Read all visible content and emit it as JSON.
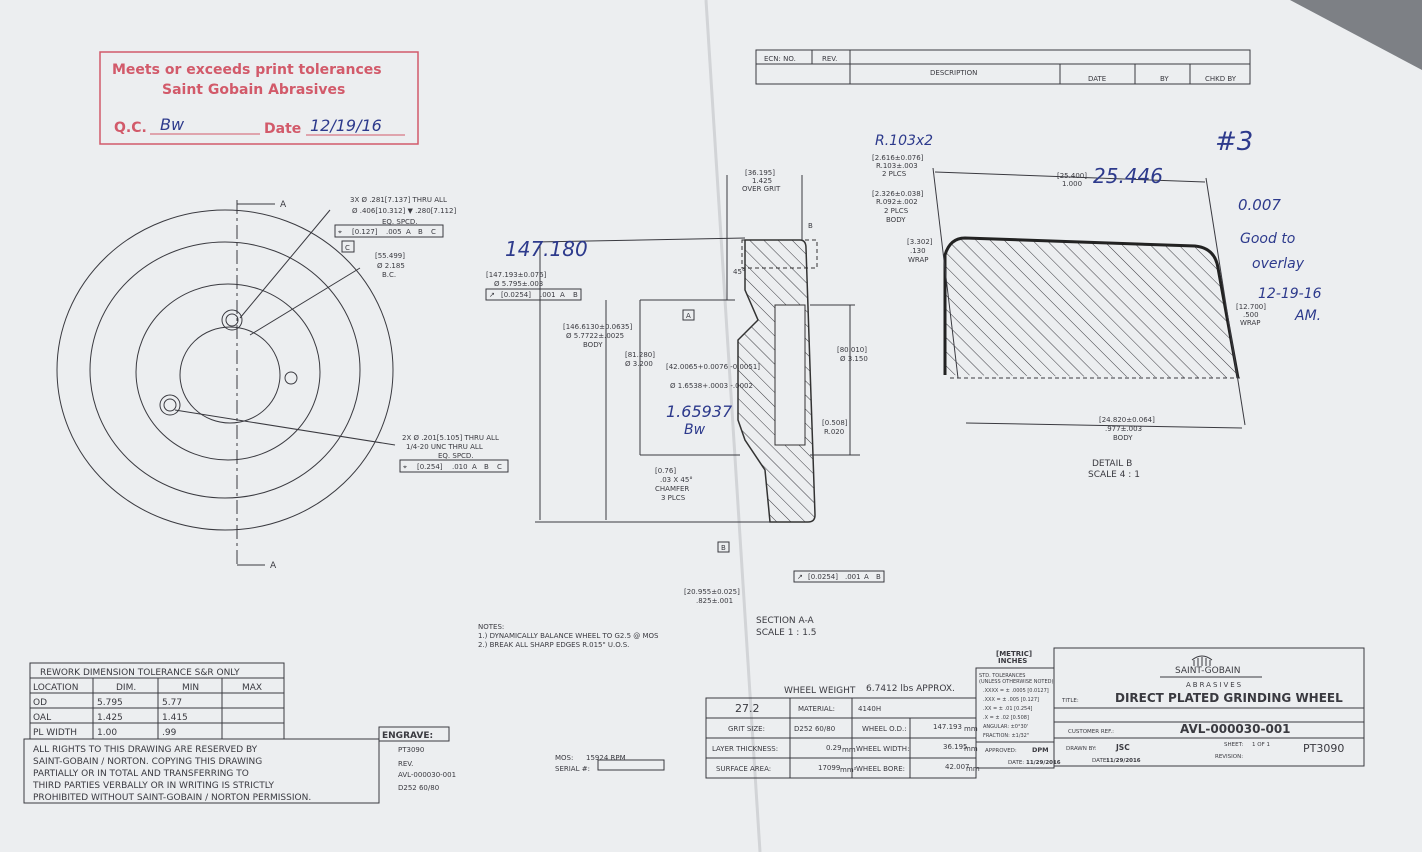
{
  "stamp": {
    "line1": "Meets or exceeds print tolerances",
    "line2": "Saint Gobain Abrasives",
    "qc_label": "Q.C.",
    "qc_value": "Bw",
    "date_label": "Date",
    "date_value": "12/19/16",
    "color": "#d25a6a"
  },
  "revision_block": {
    "headers": [
      "ECN: NO.",
      "REV.",
      "DESCRIPTION",
      "DATE",
      "BY",
      "CHKD BY"
    ]
  },
  "handwritten": {
    "number": "#3",
    "od_note": "147.180",
    "radius_note": "R.103x2",
    "width_note": "25.446",
    "bore_note": "1.65937",
    "bore_initials": "Bw",
    "flatness": "0.007",
    "good_note": "Good to",
    "overlay": "overlay",
    "date": "12-19-16",
    "initials": "AM.",
    "color": "#2d3a8c"
  },
  "front_view": {
    "hole_note_1": "3X Ø .281[7.137] THRU ALL",
    "hole_note_2": "Ø .406[10.312] ▼ .280[7.112]",
    "hole_note_3": "EQ. SPCD.",
    "fcf1": [
      "⌖",
      "[0.127]",
      ".005",
      "A",
      "B",
      "C"
    ],
    "datum_c": "C",
    "bc_1": "[55.499]",
    "bc_2": "Ø 2.185",
    "bc_3": "B.C.",
    "tap_note_1": "2X Ø .201[5.105] THRU ALL",
    "tap_note_2": "1/4-20 UNC THRU ALL",
    "tap_note_3": "EQ. SPCD.",
    "fcf2": [
      "⌖",
      "[0.254]",
      ".010",
      "A",
      "B",
      "C"
    ],
    "section_a": "A"
  },
  "section": {
    "od_1": "[147.193±0.076]",
    "od_2": "Ø 5.795±.003",
    "fcf_od": [
      "↗",
      "[0.0254]",
      ".001",
      "A",
      "B"
    ],
    "body_1": "[146.6130±0.0635]",
    "body_2": "Ø 5.7722±.0025",
    "body_3": "BODY",
    "width_1": "[36.195]",
    "width_2": "1.425",
    "width_3": "OVER GRIT",
    "detail_b": "B",
    "angle": "45°",
    "datum_a": "A",
    "d81_1": "[81.280]",
    "d81_2": "Ø 3.200",
    "bore_1": "[42.0065+0.0076 -0.0051]",
    "bore_2": "Ø 1.6538+.0003 -.0002",
    "d80_1": "[80.010]",
    "d80_2": "Ø 3.150",
    "r_1": "[0.508]",
    "r_2": "R.020",
    "chamfer_1": "[0.76]",
    "chamfer_2": ".03 X 45°",
    "chamfer_3": "CHAMFER",
    "chamfer_4": "3 PLCS",
    "datum_b": "B",
    "fcf_face": [
      "↗",
      "[0.0254]",
      ".001",
      "A",
      "B"
    ],
    "hub_1": "[20.955±0.025]",
    "hub_2": ".825±.001",
    "title": "SECTION A-A",
    "scale": "SCALE 1 : 1.5"
  },
  "detail": {
    "r1_1": "[2.616±0.076]",
    "r1_2": "R.103±.003",
    "r1_3": "2 PLCS",
    "r2_1": "[2.326±0.038]",
    "r2_2": "R.092±.002",
    "r2_3": "2 PLCS",
    "r2_4": "BODY",
    "w_1": "[25.400]",
    "w_2": "1.000",
    "wrap1_1": "[3.302]",
    "wrap1_2": ".130",
    "wrap1_3": "WRAP",
    "wrap2_1": "[12.700]",
    "wrap2_2": ".500",
    "wrap2_3": "WRAP",
    "body_1": "[24.820±0.064]",
    "body_2": ".977±.003",
    "body_3": "BODY",
    "title": "DETAIL B",
    "scale": "SCALE 4 : 1"
  },
  "notes": {
    "title": "NOTES:",
    "items": [
      "1.) DYNAMICALLY BALANCE WHEEL TO G2.5 @ MOS",
      "2.) BREAK ALL SHARP EDGES R.015\" U.O.S."
    ]
  },
  "rework_table": {
    "title": "REWORK DIMENSION TOLERANCE S&R ONLY",
    "headers": [
      "LOCATION",
      "DIM.",
      "MIN",
      "MAX"
    ],
    "rows": [
      [
        "OD",
        "5.795",
        "5.77",
        ""
      ],
      [
        "OAL",
        "1.425",
        "1.415",
        ""
      ],
      [
        "PL WIDTH",
        "1.00",
        ".99",
        ""
      ]
    ]
  },
  "rights": [
    "ALL RIGHTS TO THIS DRAWING ARE RESERVED BY",
    "SAINT-GOBAIN / NORTON. COPYING THIS DRAWING",
    "PARTIALLY OR IN TOTAL AND TRANSFERRING TO",
    "THIRD PARTIES VERBALLY OR IN WRITING IS STRICTLY",
    "PROHIBITED WITHOUT SAINT-GOBAIN / NORTON PERMISSION."
  ],
  "engrave": {
    "title": "ENGRAVE:",
    "lines": [
      "PT3090",
      "REV.",
      "AVL-000030-001",
      "D252 60/80"
    ]
  },
  "mos": {
    "label": "MOS:",
    "value": "15924 RPM",
    "serial_label": "SERIAL #:"
  },
  "wheel": {
    "weight_label": "WHEEL WEIGHT",
    "weight_value": "6.7412 lbs APPROX.",
    "code": "27.2",
    "material_label": "MATERIAL:",
    "material": "4140H",
    "grit_label": "GRIT SIZE:",
    "grit": "D252 60/80",
    "od_label": "WHEEL O.D.:",
    "od": "147.193",
    "od_unit": "mm",
    "layer_label": "LAYER THICKNESS:",
    "layer": "0.29",
    "layer_unit": "mm",
    "width_label": "WHEEL WIDTH:",
    "width": "36.195",
    "width_unit": "mm",
    "area_label": "SURFACE AREA:",
    "area": "17099",
    "area_unit": "mm²",
    "bore_label": "WHEEL BORE:",
    "bore": "42.007",
    "bore_unit": "mm"
  },
  "tolerances": {
    "units_1": "[METRIC]",
    "units_2": "INCHES",
    "title_1": "STD. TOLERANCES",
    "title_2": "(UNLESS OTHERWISE NOTED)",
    "lines": [
      ".XXXX = ± .0005 [0.0127]",
      ".XXX = ± .005 [0.127]",
      ".XX = ± .01 [0.254]",
      ".X = ± .02 [0.508]",
      "ANGULAR: ±0°30'",
      "FRACTION: ±1/32\""
    ]
  },
  "title_block": {
    "company": "SAINT-GOBAIN",
    "division": "ABRASIVES",
    "title_label": "TITLE:",
    "title": "DIRECT PLATED GRINDING WHEEL",
    "customer_label": "CUSTOMER REF.:",
    "part_number": "AVL-000030-001",
    "approved_label": "APPROVED:",
    "approved": "DPM",
    "drawn_label": "DRAWN BY:",
    "drawn": "JSC",
    "date_label": "DATE:",
    "approved_date": "11/29/2016",
    "drawn_date": "11/29/2016",
    "sheet_label": "SHEET:",
    "sheet": "1 OF 1",
    "revision_label": "REVISION:",
    "drawing_no": "PT3090"
  }
}
